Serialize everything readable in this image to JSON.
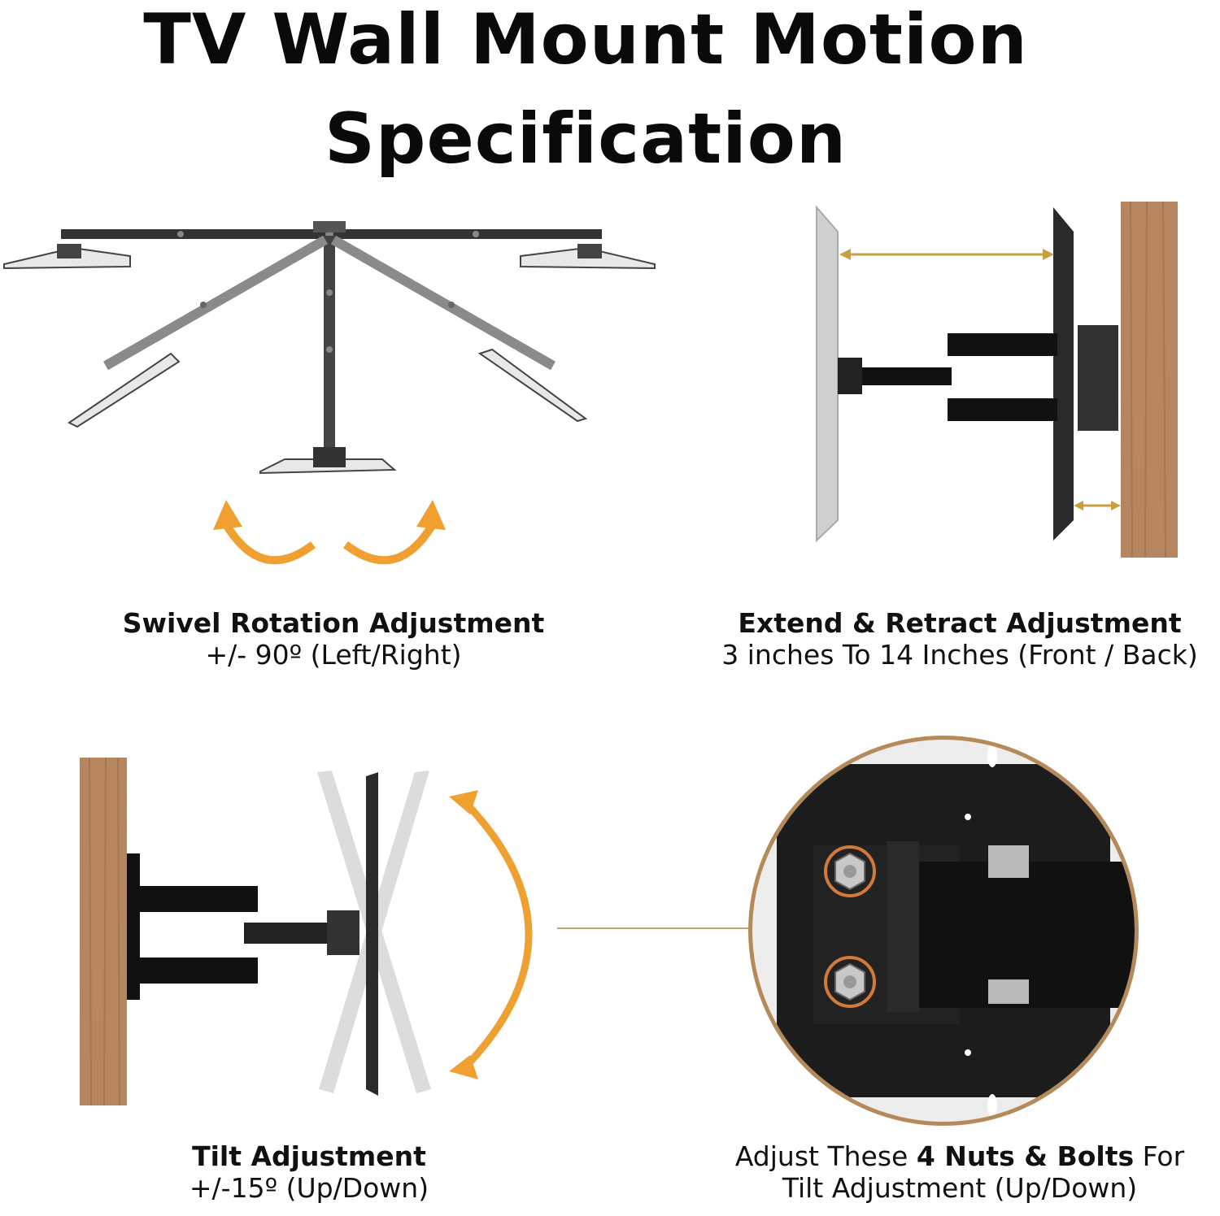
{
  "title": {
    "line1": "TV Wall Mount Motion",
    "line2": "Specification"
  },
  "panels": {
    "swivel": {
      "heading": "Swivel Rotation Adjustment",
      "detail": "+/- 90º (Left/Right)"
    },
    "extend": {
      "heading": "Extend & Retract Adjustment",
      "detail": "3 inches To 14 Inches (Front / Back)"
    },
    "tilt": {
      "heading": "Tilt Adjustment",
      "detail": "+/-15º (Up/Down)"
    },
    "nuts": {
      "prefix": "Adjust These ",
      "emphasis": "4 Nuts & Bolts",
      "suffix": " For",
      "line2": "Tilt Adjustment (Up/Down)"
    }
  },
  "colors": {
    "accent": "#f0a030",
    "mount_black": "#1a1a1a",
    "wood": "#b5865f",
    "tv_gray": "#cfcfcf"
  }
}
